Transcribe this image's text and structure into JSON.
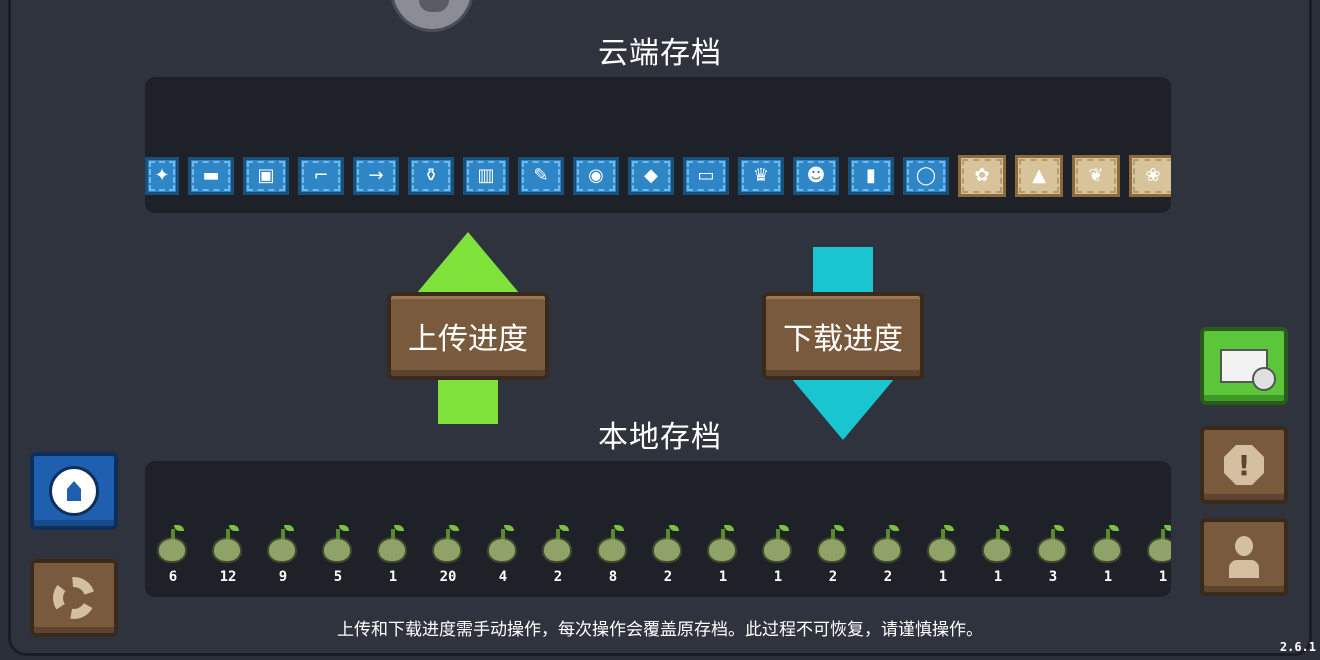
{
  "header": {
    "cloud_title": "云端存档"
  },
  "cloud_items": [
    {
      "glyph": "✦",
      "style": "first"
    },
    {
      "glyph": "▬",
      "style": ""
    },
    {
      "glyph": "▣",
      "style": ""
    },
    {
      "glyph": "⌐",
      "style": ""
    },
    {
      "glyph": "→",
      "style": ""
    },
    {
      "glyph": "⚱",
      "style": ""
    },
    {
      "glyph": "▥",
      "style": ""
    },
    {
      "glyph": "✎",
      "style": ""
    },
    {
      "glyph": "◉",
      "style": ""
    },
    {
      "glyph": "◆",
      "style": ""
    },
    {
      "glyph": "▭",
      "style": ""
    },
    {
      "glyph": "♛",
      "style": ""
    },
    {
      "glyph": "☻",
      "style": ""
    },
    {
      "glyph": "▮",
      "style": ""
    },
    {
      "glyph": "◯",
      "style": ""
    },
    {
      "glyph": "✿",
      "style": "tan"
    },
    {
      "glyph": "▲",
      "style": "tan"
    },
    {
      "glyph": "❦",
      "style": "tan"
    },
    {
      "glyph": "❀",
      "style": "tan"
    }
  ],
  "buttons": {
    "upload_label": "上传进度",
    "download_label": "下载进度"
  },
  "local": {
    "title": "本地存档"
  },
  "seeds": [
    {
      "count": "6"
    },
    {
      "count": "12"
    },
    {
      "count": "9"
    },
    {
      "count": "5"
    },
    {
      "count": "1"
    },
    {
      "count": "20"
    },
    {
      "count": "4"
    },
    {
      "count": "2"
    },
    {
      "count": "8"
    },
    {
      "count": "2"
    },
    {
      "count": "1"
    },
    {
      "count": "1"
    },
    {
      "count": "2"
    },
    {
      "count": "2"
    },
    {
      "count": "1"
    },
    {
      "count": "1"
    },
    {
      "count": "3"
    },
    {
      "count": "1"
    },
    {
      "count": "1"
    }
  ],
  "notice": "上传和下载进度需手动操作，每次操作会覆盖原存档。此过程不可恢复，请谨慎操作。",
  "version": "2.6.1",
  "colors": {
    "upload_arrow": "#7ee23a",
    "download_arrow": "#19c5cf",
    "wood": "#7a5a3c",
    "mail_button": "#5cc63a"
  }
}
